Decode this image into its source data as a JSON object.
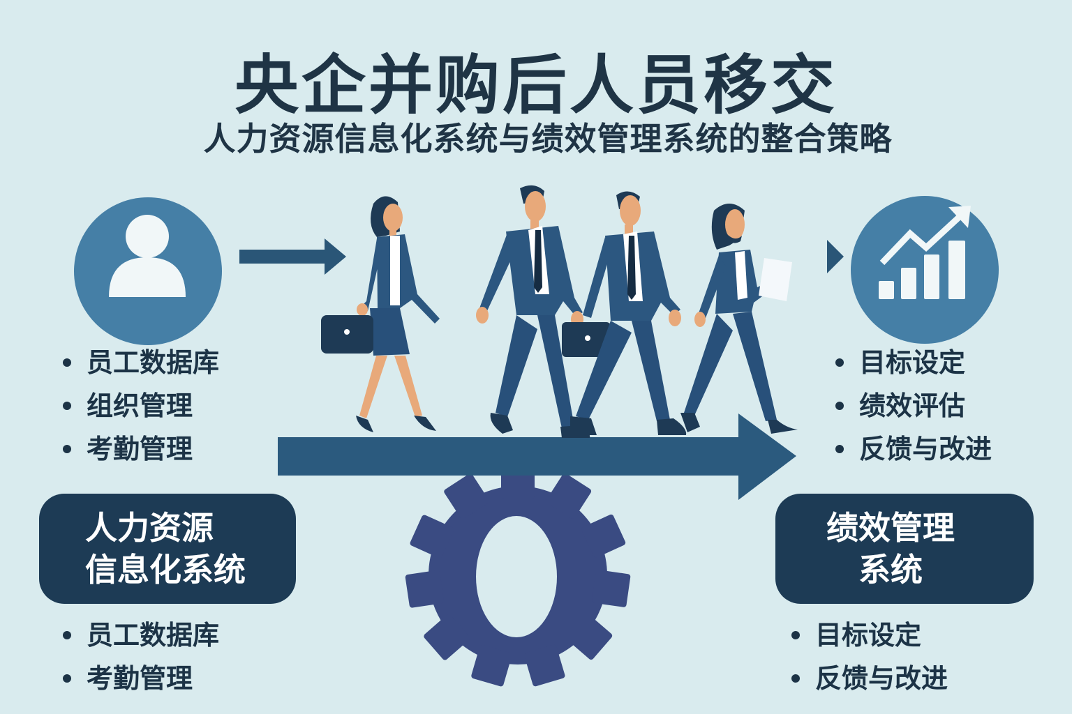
{
  "header": {
    "title": "央企并购后人员移交",
    "subtitle": "人力资源信息化系统与绩效管理系统的整合策略"
  },
  "left": {
    "icon": "user-icon",
    "top_bullets": [
      "员工数据库",
      "组织管理",
      "考勤管理"
    ],
    "system_box": {
      "line1": "人力资源",
      "line2": "信息化系统"
    },
    "bottom_bullets": [
      "员工数据库",
      "考勤管理"
    ]
  },
  "right": {
    "icon": "growth-chart-icon",
    "top_bullets": [
      "目标设定",
      "绩效评估",
      "反馈与改进"
    ],
    "system_box": {
      "line1": "绩效管理",
      "line2": "系统"
    },
    "bottom_bullets": [
      "目标设定",
      "反馈与改进"
    ]
  },
  "center": {
    "illustration": "four-business-people-walking",
    "arrow": "transfer-arrow",
    "gear": "gear-icon"
  },
  "colors": {
    "background": "#d9ebee",
    "circle": "#457fa6",
    "arrow": "#2b5a7e",
    "box": "#1d3b55",
    "gear": "#3a4b82",
    "text": "#1c3346"
  }
}
